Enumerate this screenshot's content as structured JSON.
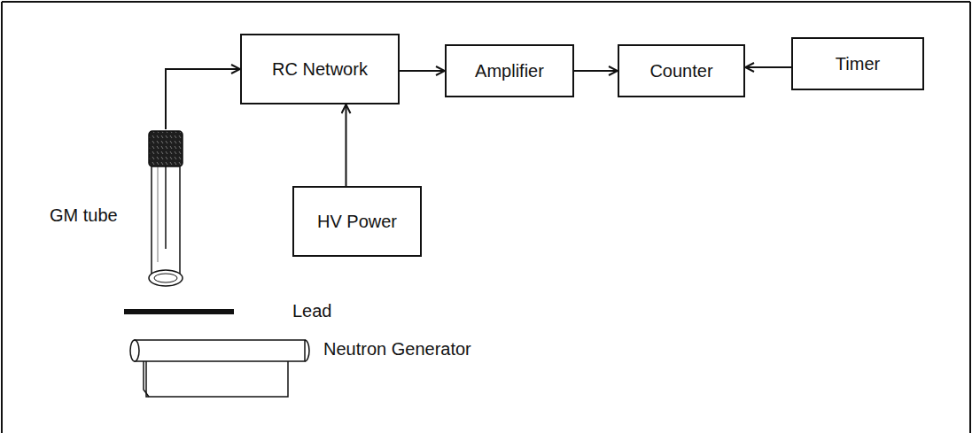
{
  "diagram": {
    "nodes": [
      {
        "text": [
          "GM tube"
        ]
      },
      {
        "text": [
          "RC Network"
        ]
      },
      {
        "text": [
          "Amplifier"
        ]
      },
      {
        "text": [
          "Counter"
        ]
      },
      {
        "text": [
          "Timer"
        ]
      },
      {
        "text": [
          "HV Power"
        ]
      }
    ],
    "edges": [
      {
        "from": 0,
        "to": 1,
        "arrow": "to"
      },
      {
        "from": 5,
        "to": 1,
        "arrow": "to"
      },
      {
        "from": 1,
        "to": 2,
        "arrow": "to"
      },
      {
        "from": 2,
        "to": 3,
        "arrow": "to"
      },
      {
        "from": 4,
        "to": 3,
        "arrow": "to"
      }
    ],
    "labels": [
      "Lead",
      "Neutron Generator"
    ]
  }
}
